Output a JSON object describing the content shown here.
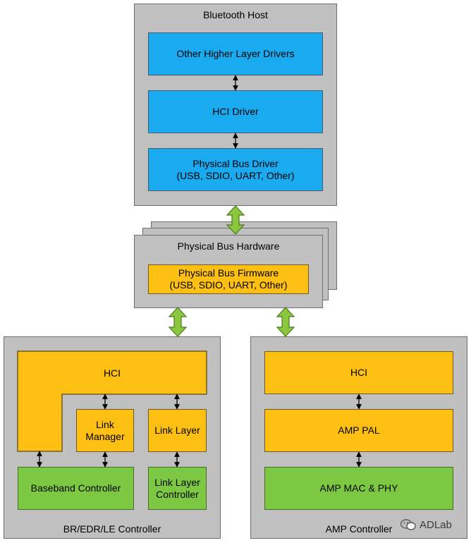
{
  "host": {
    "title": "Bluetooth Host",
    "other_drivers": "Other Higher Layer Drivers",
    "hci_driver": "HCI Driver",
    "bus_driver": "Physical Bus Driver\n(USB, SDIO, UART, Other)"
  },
  "bus_hardware": {
    "title": "Physical Bus Hardware",
    "firmware": "Physical Bus Firmware\n(USB, SDIO, UART, Other)"
  },
  "bredr": {
    "title": "BR/EDR/LE Controller",
    "hci": "HCI",
    "link_manager": "Link\nManager",
    "link_layer": "Link Layer",
    "baseband": "Baseband Controller",
    "link_layer_controller": "Link Layer\nController"
  },
  "amp": {
    "title": "AMP Controller",
    "hci": "HCI",
    "pal": "AMP PAL",
    "mac_phy": "AMP MAC & PHY"
  },
  "watermark": {
    "text": "ADLab"
  },
  "colors": {
    "container": "#c0c0c0",
    "blue": "#19aaf0",
    "orange": "#fdbf12",
    "green": "#7cc842",
    "bus_arrow": "#8cc63f"
  }
}
